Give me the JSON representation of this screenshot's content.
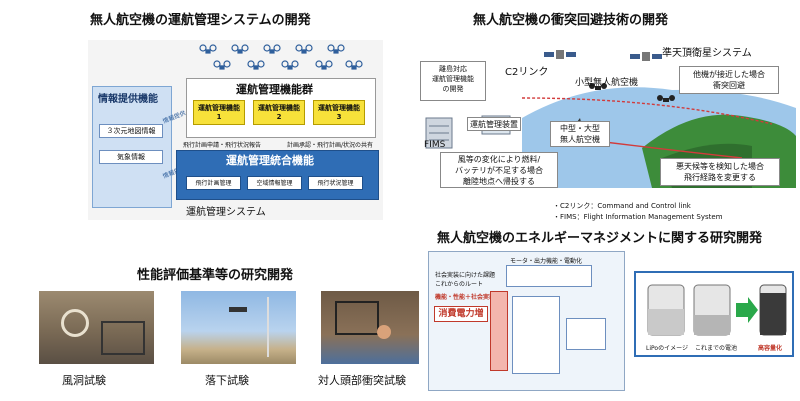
{
  "utm": {
    "title": "無人航空機の運航管理システムの開発",
    "info_provider": "情報提供機能",
    "map_info": "３次元地図情報",
    "weather_info": "気象情報",
    "info_provide_arrow": "情報提供",
    "ops_group": "運航管理機能群",
    "ops_func_label": "運航管理機能",
    "ops_func_nums": [
      "1",
      "2",
      "3"
    ],
    "flow_left": "飛行計画申請・飛行状況報告",
    "flow_right": "計画承認・飛行計画/状況の共有",
    "integration": "運航管理統合機能",
    "sub_funcs": [
      "飛行計画管理",
      "空域情報管理",
      "飛行状況管理"
    ],
    "system_label": "運航管理システム"
  },
  "collision": {
    "title": "無人航空機の衝突回避技術の開発",
    "qzss": "準天頂衛星システム",
    "c2link": "C2リンク",
    "remote_island": [
      "離島対応",
      "運航管理機能",
      "の開発"
    ],
    "small_uav": "小型無人航空機",
    "approach": [
      "他機が接近した場合",
      "衝突回避"
    ],
    "ops_device": "運航管理装置",
    "mid_large": [
      "中型・大型",
      "無人航空機"
    ],
    "fims_label": "FIMS",
    "wind": [
      "風等の変化により燃料/",
      "バッテリが不足する場合",
      "離陸地点へ帰投する"
    ],
    "bad_weather": [
      "悪天候等を検知した場合",
      "飛行経路を変更する"
    ],
    "note_c2": "・C2リンク：Command and Control link",
    "note_fims": "・FIMS：Flight Information Management System"
  },
  "energy": {
    "title": "無人航空機のエネルギーマネジメントに関する研究開発",
    "top_label": "モータ・出力機能・電動化",
    "left_lines": [
      "社会実装に向けた課題",
      "これからのルート",
      "機能・性能＋社会実装化"
    ],
    "power_increase": "消費電力増",
    "battery_labels": [
      "LiPoのイメージ",
      "これまでの電池",
      "高容量化"
    ]
  },
  "perf": {
    "title": "性能評価基準等の研究開発",
    "captions": [
      "風洞試験",
      "落下試験",
      "対人頭部衝突試験"
    ]
  },
  "colors": {
    "blue_dark": "#2f6db5",
    "blue_light": "#cfe0f3",
    "yellow": "#f7e13a",
    "sky": "#9ec7ea",
    "green": "#3d8c3a"
  }
}
